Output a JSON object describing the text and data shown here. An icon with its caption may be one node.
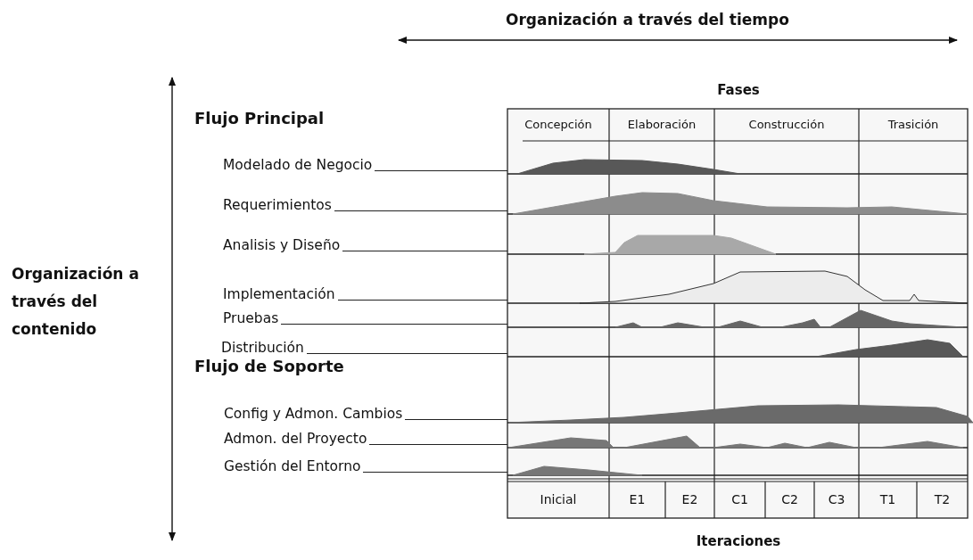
{
  "diagram": {
    "labels": [
      "Organización a través del tiempo",
      "Fases",
      "Flujo Principal",
      "Concepción",
      "Elaboración",
      "Construcción",
      "Trasición",
      "Modelado de Negocio",
      "Requerimientos",
      "Analisis y Diseño",
      "Organización a través del contenido",
      "Implementación",
      "Pruebas",
      "Distribución",
      "Flujo de Soporte",
      "Config y Admon. Cambios",
      "Admon. del Proyecto",
      "Gestión del Entorno",
      "Inicial",
      "E1",
      "E2",
      "C1",
      "C2",
      "C3",
      "T1",
      "T2",
      "Iteraciones"
    ]
  }
}
